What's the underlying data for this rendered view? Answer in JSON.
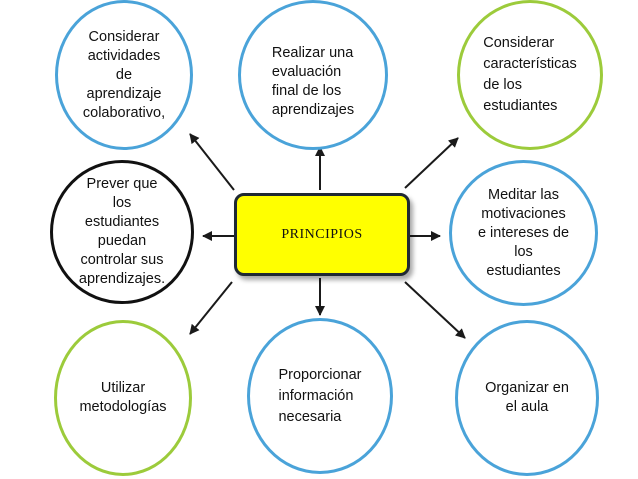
{
  "center": {
    "label": "PRINCIPIOS",
    "fill_color": "#ffff00",
    "border_color": "#1f2933"
  },
  "nodes": [
    {
      "id": "colaborativo",
      "text": "Considerar\nactividades\nde\naprendizaje\ncolaborativo,",
      "border_color": "#4aa3d9"
    },
    {
      "id": "evaluacion",
      "text": "Realizar una\nevaluación\nfinal de los\naprendizajes",
      "border_color": "#4aa3d9"
    },
    {
      "id": "caracteristicas",
      "text": "Considerar\ncaracterísticas\nde los\nestudiantes",
      "border_color": "#9ccb3b"
    },
    {
      "id": "prever",
      "text": "Prever que\nlos\nestudiantes\npuedan\ncontrolar sus\naprendizajes.",
      "border_color": "#111111"
    },
    {
      "id": "motivaciones",
      "text": "Meditar las\nmotivaciones\ne intereses de\nlos\nestudiantes",
      "border_color": "#4aa3d9"
    },
    {
      "id": "metodologias",
      "text": "Utilizar\nmetodologías",
      "border_color": "#9ccb3b"
    },
    {
      "id": "informacion",
      "text": "Proporcionar\ninformación\nnecesaria",
      "border_color": "#4aa3d9"
    },
    {
      "id": "aula",
      "text": "Organizar en\nel aula",
      "border_color": "#4aa3d9"
    }
  ],
  "arrow_color": "#1a1a1a"
}
